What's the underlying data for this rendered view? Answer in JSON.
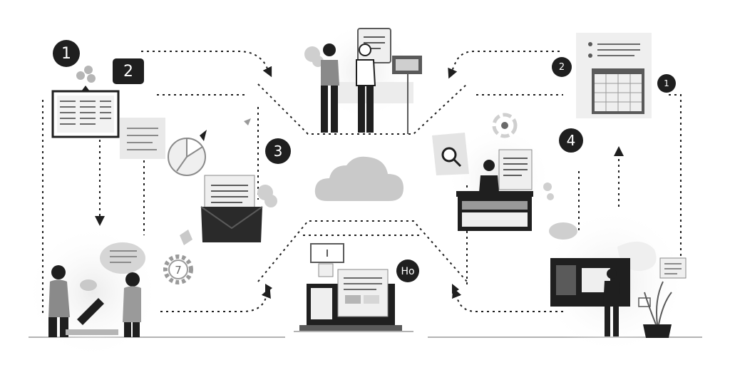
{
  "steps": {
    "step_1_large": "1",
    "step_2_box": "2",
    "step_3": "3",
    "step_4": "4",
    "step_2_small": "2",
    "step_1_small": "1",
    "gear_number": "7",
    "monitor_badge": "Ho"
  },
  "colors": {
    "ink": "#1f1f1f",
    "mid": "#8a8a8a",
    "light": "#d8d8d8",
    "pale": "#eeeeee"
  }
}
